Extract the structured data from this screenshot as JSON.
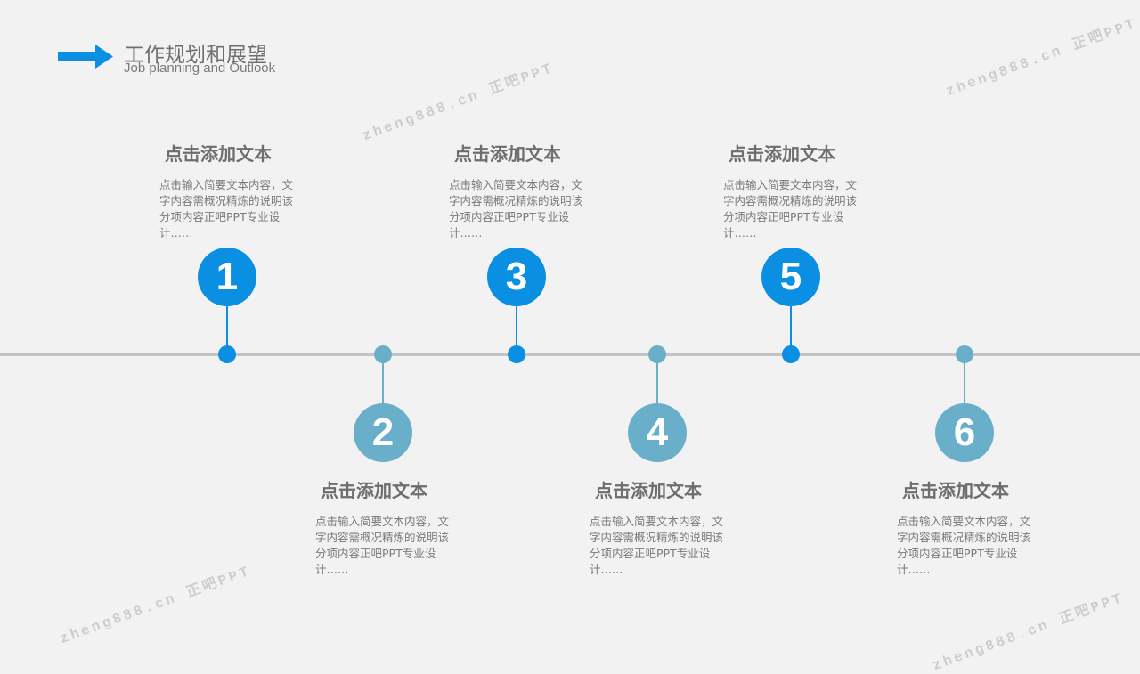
{
  "header": {
    "title": "工作规划和展望",
    "subtitle": "Job planning and Outlook"
  },
  "colors": {
    "primary": "#0a8fe2",
    "secondary": "#6aafc9",
    "axis": "#c3c3c3"
  },
  "items": [
    {
      "number": "1",
      "title": "点击添加文本",
      "body": "点击输入简要文本内容，文字内容需概况精炼的说明该分项内容正吧PPT专业设计……"
    },
    {
      "number": "2",
      "title": "点击添加文本",
      "body": "点击输入简要文本内容，文字内容需概况精炼的说明该分项内容正吧PPT专业设计……"
    },
    {
      "number": "3",
      "title": "点击添加文本",
      "body": "点击输入简要文本内容，文字内容需概况精炼的说明该分项内容正吧PPT专业设计……"
    },
    {
      "number": "4",
      "title": "点击添加文本",
      "body": "点击输入简要文本内容，文字内容需概况精炼的说明该分项内容正吧PPT专业设计……"
    },
    {
      "number": "5",
      "title": "点击添加文本",
      "body": "点击输入简要文本内容，文字内容需概况精炼的说明该分项内容正吧PPT专业设计……"
    },
    {
      "number": "6",
      "title": "点击添加文本",
      "body": "点击输入简要文本内容，文字内容需概况精炼的说明该分项内容正吧PPT专业设计……"
    }
  ],
  "watermark": "zheng888.cn 正吧PPT"
}
